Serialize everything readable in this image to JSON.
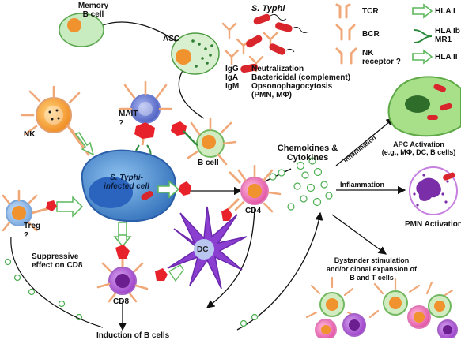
{
  "legend": {
    "tcr": "TCR",
    "bcr": "BCR",
    "nk_receptor_line1": "NK",
    "nk_receptor_line2": "receptor ?",
    "hla1": "HLA I",
    "hla1b_line1": "HLA Ib",
    "hla1b_line2": "MR1",
    "hla2": "HLA II"
  },
  "cells": {
    "memory_b_line1": "Memory",
    "memory_b_line2": "B cell",
    "asc": "ASC",
    "typhi_title": "S. Typhi",
    "nk": "NK",
    "mait": "MAIT",
    "mait_q": "?",
    "b_cell": "B cell",
    "infected_line1": "S. Typhi-",
    "infected_line2": "infected cell",
    "treg": "Treg",
    "treg_q": "?",
    "cd4": "CD4",
    "dc": "DC",
    "cd8": "CD8"
  },
  "antibody": {
    "igg": "IgG",
    "iga": "IgA",
    "igm": "IgM",
    "effect_line1": "Neutralization",
    "effect_line2": "Bactericidal (complement)",
    "effect_line3": "Opsonophagocytosis",
    "effect_line4": "(PMN, MΦ)"
  },
  "text": {
    "chemokines_line1": "Chemokines &",
    "chemokines_line2": "Cytokines",
    "inflammation_upper": "Inflammation",
    "inflammation_lower": "Inflammation",
    "apc_line1": "APC Activation",
    "apc_line2": "(e.g., MΦ, DC, B cells)",
    "pmn": "PMN Activation",
    "suppressive_line1": "Suppressive",
    "suppressive_line2": "effect on CD8",
    "bystander_line1": "Bystander stimulation",
    "bystander_line2": "and/or clonal expansion of",
    "bystander_line3": "B and T cells",
    "bottom_partial": "Induction of B cells"
  },
  "colors": {
    "receptor": "#f0a878",
    "hla_green": "#5cb85c",
    "bacteria_red": "#d9262c",
    "antigen_red": "#e8222a",
    "infected_blue": "#3a78c8",
    "dc_purple": "#8a3fd1",
    "cd4_pink": "#e85aa8",
    "memory_green": "#c8ecc0",
    "orange_nucleus": "#f0922e",
    "apc_green": "#6fc060",
    "pmn_purple": "#7a2fa8"
  }
}
